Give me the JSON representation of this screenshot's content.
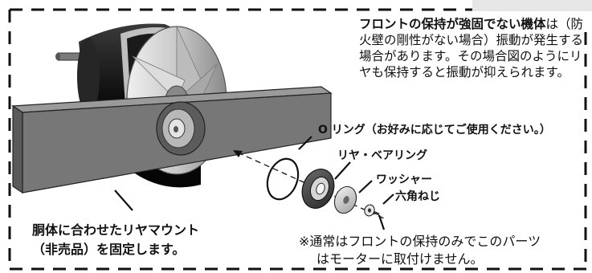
{
  "note": {
    "title": "フロントの保持が強固でない機体",
    "body": "は（防火壁の剛性がない場合）振動が発生する場合があります。その場合図のようにリヤも保持すると振動が抑えられます。"
  },
  "labels": {
    "o_ring": "O リング（お好みに応じてご使用ください。）",
    "rear_bearing": "リヤ・ベアリング",
    "washer": "ワッシャー",
    "hex_screw": "六角ねじ"
  },
  "captions": {
    "mount_line1": "胴体に合わせたリヤマウント",
    "mount_line2": "（非売品）を固定します。",
    "normal_line1": "※通常はフロントの保持のみでこのパーツ",
    "normal_line2": "はモーターに取付けません。"
  },
  "colors": {
    "mount_face": "#777777",
    "mount_top": "#9a9a9a",
    "motor_dark": "#1a1a1a",
    "motor_silver": "#d8d8d8",
    "gray_tab": "#e6e6e6"
  }
}
